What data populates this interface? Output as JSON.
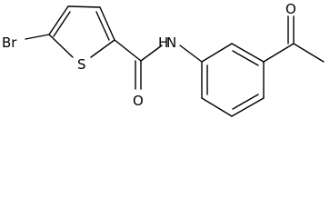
{
  "structure": {
    "atoms": {
      "bromine": "Br",
      "sulfur": "S",
      "amide_nitrogen": "N",
      "amide_hydrogen": "H",
      "amide_oxygen": "O",
      "ketone_oxygen": "O"
    }
  },
  "colors": {
    "bond": "#000000",
    "label": "#000000",
    "background": "#ffffff"
  }
}
